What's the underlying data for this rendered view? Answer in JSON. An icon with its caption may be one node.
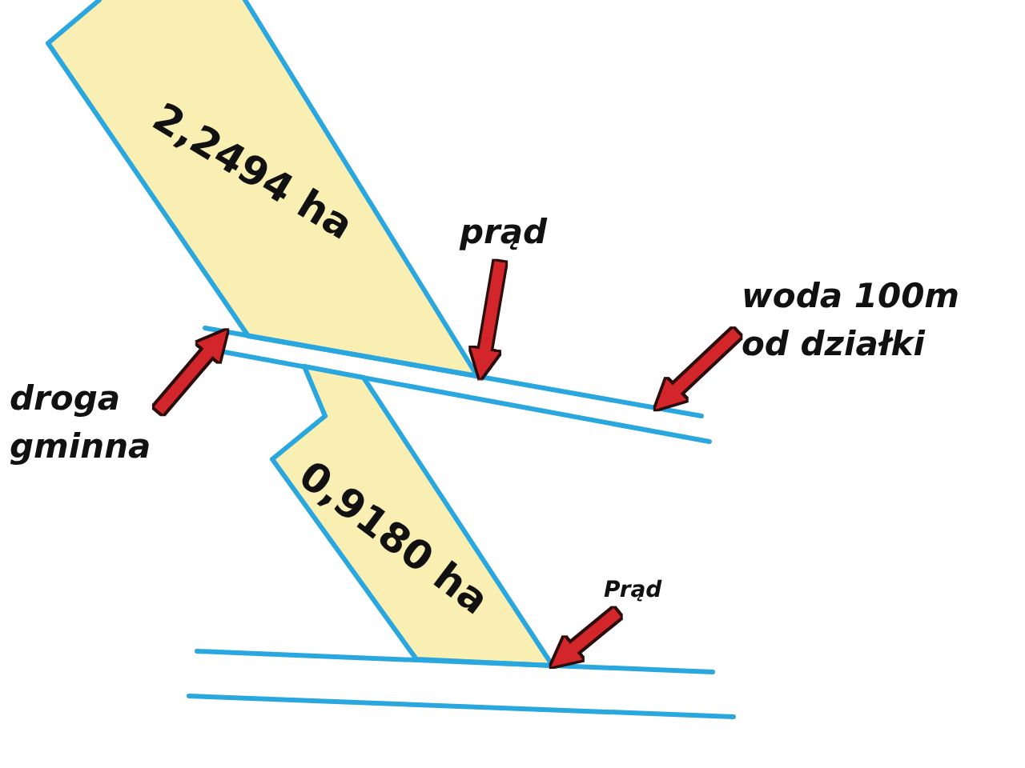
{
  "diagram": {
    "nodes": [
      {
        "text": [
          "2,2494 ha"
        ]
      },
      {
        "text": [
          "prąd"
        ]
      },
      {
        "text": [
          "woda 100m od działki"
        ]
      },
      {
        "text": [],
        "shape": "bar"
      },
      {
        "text": [
          "droga gminna"
        ]
      },
      {
        "text": [
          "0,9180 ha"
        ]
      },
      {
        "text": [
          "Prąd"
        ]
      },
      {
        "text": [],
        "shape": "bar"
      }
    ],
    "edges": [
      {
        "from": 1,
        "to": 3,
        "arrow": "to"
      },
      {
        "from": 2,
        "to": 3,
        "arrow": "to"
      },
      {
        "from": 4,
        "to": 3,
        "arrow": "to"
      },
      {
        "from": 6,
        "to": 7,
        "arrow": "to"
      }
    ]
  }
}
